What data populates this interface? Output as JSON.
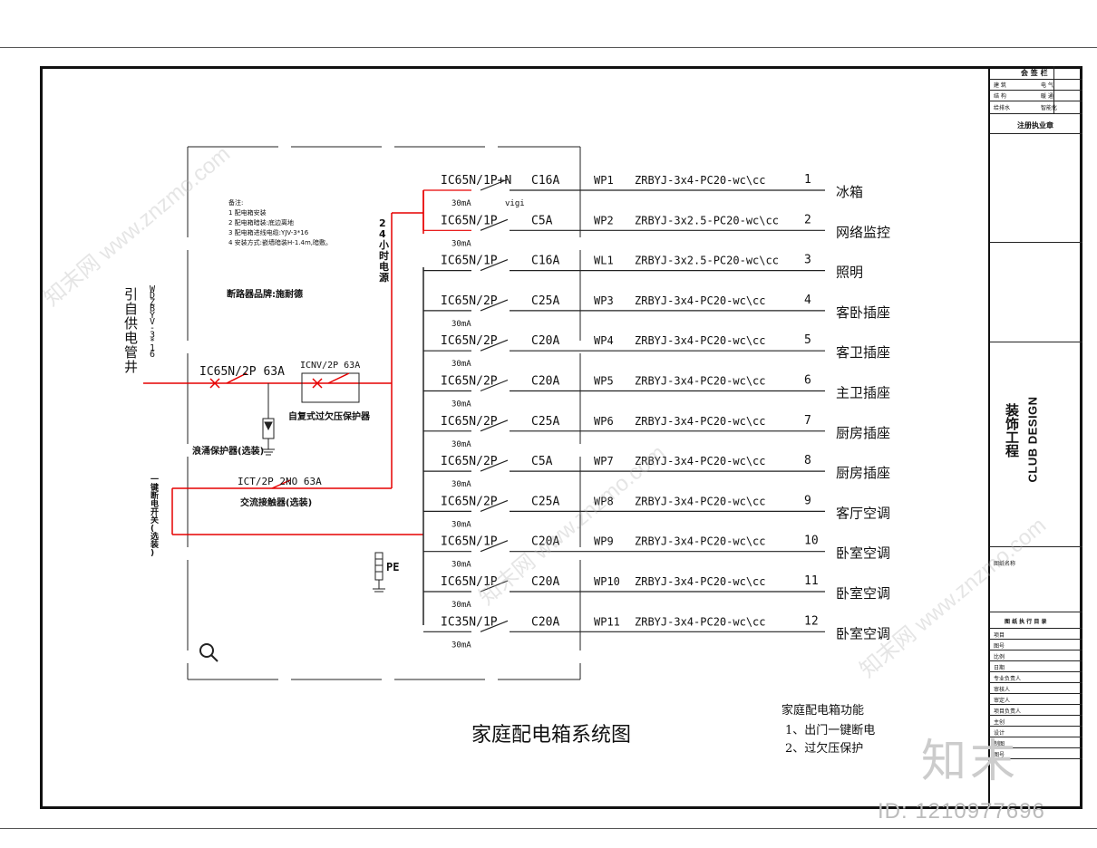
{
  "diagram": {
    "title": "家庭配电箱系统图",
    "functions_title": "家庭配电箱功能",
    "functions": [
      "1、出门一键断电",
      "2、过欠压保护"
    ],
    "incoming": {
      "label_vertical": "引自供电管井",
      "cable_vertical": "WDZBYV-3*16",
      "main_breaker": "IC65N/2P 63A",
      "protector": "ICNV/2P 63A",
      "protector_label": "自复式过欠压保护器",
      "surge_label": "浪涌保护器(选装)",
      "contactor": "ICT/2P 2NO 63A",
      "contactor_label": "交流接触器(选装)",
      "remote_switch_vertical": "一键断电开关(选装)",
      "power_24h": "24小时电源",
      "pe": "PE"
    },
    "notes": [
      "备注:",
      "1 配电箱安装",
      "2 配电箱暗装:底边离地",
      "3 配电箱进线电缆:YJV-3*16",
      "4 安装方式:嵌墙暗装H-1.4m,暗敷。"
    ],
    "brand_note": "断路器品牌:施耐德",
    "circuits": [
      {
        "breaker": "IC65N/1P+N",
        "rating": "C16A",
        "leak": "30mA",
        "vigi": "vigi",
        "code": "WP1",
        "cable": "ZRBYJ-3x4-PC20-wc\\cc",
        "num": "1",
        "load": "冰箱"
      },
      {
        "breaker": "IC65N/1P",
        "rating": "C5A",
        "leak": "30mA",
        "vigi": "",
        "code": "WP2",
        "cable": "ZRBYJ-3x2.5-PC20-wc\\cc",
        "num": "2",
        "load": "网络监控"
      },
      {
        "breaker": "IC65N/1P",
        "rating": "C16A",
        "leak": "",
        "vigi": "",
        "code": "WL1",
        "cable": "ZRBYJ-3x2.5-PC20-wc\\cc",
        "num": "3",
        "load": "照明"
      },
      {
        "breaker": "IC65N/2P",
        "rating": "C25A",
        "leak": "30mA",
        "vigi": "",
        "code": "WP3",
        "cable": "ZRBYJ-3x4-PC20-wc\\cc",
        "num": "4",
        "load": "客卧插座"
      },
      {
        "breaker": "IC65N/2P",
        "rating": "C20A",
        "leak": "30mA",
        "vigi": "",
        "code": "WP4",
        "cable": "ZRBYJ-3x4-PC20-wc\\cc",
        "num": "5",
        "load": "客卫插座"
      },
      {
        "breaker": "IC65N/2P",
        "rating": "C20A",
        "leak": "30mA",
        "vigi": "",
        "code": "WP5",
        "cable": "ZRBYJ-3x4-PC20-wc\\cc",
        "num": "6",
        "load": "主卫插座"
      },
      {
        "breaker": "IC65N/2P",
        "rating": "C25A",
        "leak": "30mA",
        "vigi": "",
        "code": "WP6",
        "cable": "ZRBYJ-3x4-PC20-wc\\cc",
        "num": "7",
        "load": "厨房插座"
      },
      {
        "breaker": "IC65N/2P",
        "rating": "C5A",
        "leak": "30mA",
        "vigi": "",
        "code": "WP7",
        "cable": "ZRBYJ-3x4-PC20-wc\\cc",
        "num": "8",
        "load": "厨房插座"
      },
      {
        "breaker": "IC65N/2P",
        "rating": "C25A",
        "leak": "30mA",
        "vigi": "",
        "code": "WP8",
        "cable": "ZRBYJ-3x4-PC20-wc\\cc",
        "num": "9",
        "load": "客厅空调"
      },
      {
        "breaker": "IC65N/1P",
        "rating": "C20A",
        "leak": "30mA",
        "vigi": "",
        "code": "WP9",
        "cable": "ZRBYJ-3x4-PC20-wc\\cc",
        "num": "10",
        "load": "卧室空调"
      },
      {
        "breaker": "IC65N/1P",
        "rating": "C20A",
        "leak": "30mA",
        "vigi": "",
        "code": "WP10",
        "cable": "ZRBYJ-3x4-PC20-wc\\cc",
        "num": "11",
        "load": "卧室空调"
      },
      {
        "breaker": "IC35N/1P",
        "rating": "C20A",
        "leak": "30mA",
        "vigi": "",
        "code": "WP11",
        "cable": "ZRBYJ-3x4-PC20-wc\\cc",
        "num": "12",
        "load": "卧室空调"
      }
    ]
  },
  "title_block": {
    "sign_header": "会 签 栏",
    "seal": "注册执业章",
    "zhuang_vertical": "装饰工程",
    "club_design": "CLUB DESIGN",
    "sheet_title": "图纸名称",
    "list_header": "图 纸 执 行 目 录",
    "rows_top": [
      "建 筑",
      "结 构",
      "给排水"
    ],
    "rows_top_right": [
      "电 气",
      "暖 通",
      "智能化"
    ],
    "rows_bottom": [
      "项目",
      "图号",
      "比例",
      "日期",
      "专业负责人",
      "审核人",
      "审定人",
      "项目负责人",
      "主创",
      "设计",
      "制图",
      "图号"
    ]
  },
  "watermarks": {
    "id_tag": "ID: 1210977696",
    "brand": "知末",
    "site": "知末网 www.znzmo.com"
  },
  "colors": {
    "line": "#111111",
    "red": "#e60000",
    "watermark": "#cccccc"
  },
  "icons": {
    "magnifier": "magnifier-icon"
  }
}
